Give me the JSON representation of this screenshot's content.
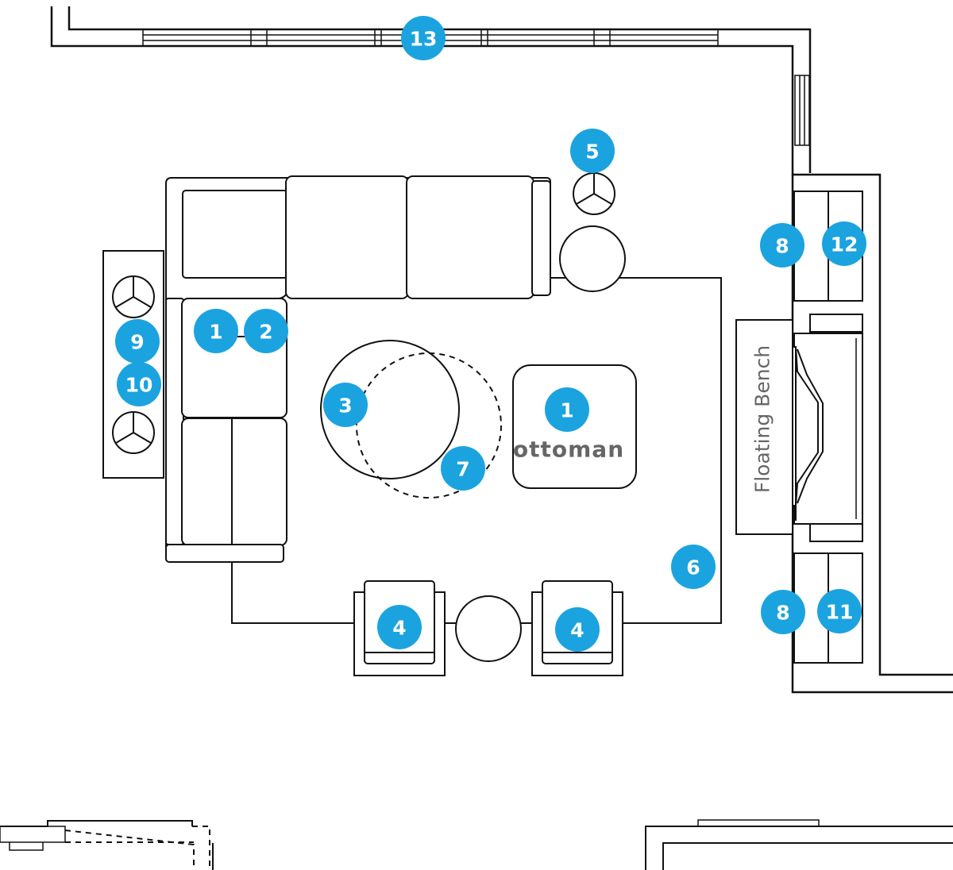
{
  "labels": {
    "ottoman": "ottoman",
    "bench": "Floating Bench"
  },
  "colors": {
    "marker": "#1ba3e0",
    "line": "#111111",
    "label": "#666666"
  },
  "markers": [
    {
      "id": "m1-sofa",
      "label": "1"
    },
    {
      "id": "m2",
      "label": "2"
    },
    {
      "id": "m3",
      "label": "3"
    },
    {
      "id": "m4-left",
      "label": "4"
    },
    {
      "id": "m4-right",
      "label": "4"
    },
    {
      "id": "m5",
      "label": "5"
    },
    {
      "id": "m6",
      "label": "6"
    },
    {
      "id": "m7",
      "label": "7"
    },
    {
      "id": "m8-top",
      "label": "8"
    },
    {
      "id": "m8-bottom",
      "label": "8"
    },
    {
      "id": "m9",
      "label": "9"
    },
    {
      "id": "m10",
      "label": "10"
    },
    {
      "id": "m11",
      "label": "11"
    },
    {
      "id": "m12",
      "label": "12"
    },
    {
      "id": "m13",
      "label": "13"
    },
    {
      "id": "m1-ottoman",
      "label": "1"
    }
  ]
}
